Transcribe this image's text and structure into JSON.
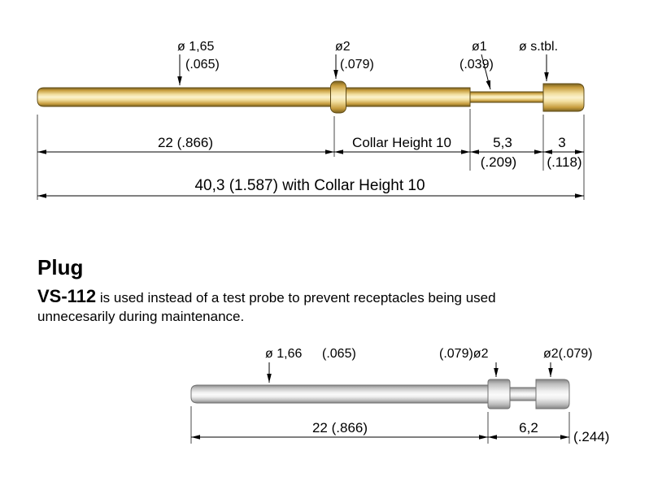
{
  "colors": {
    "gold_dark": "#77601f",
    "gold_mid": "#c79d3e",
    "gold_light": "#f2dfa0",
    "gold_highlight": "#fbf2cd",
    "gold_edge": "#5e4a16",
    "gray_dark": "#858585",
    "gray_mid": "#bdbdbd",
    "gray_light": "#efefef",
    "gray_highlight": "#fafafa",
    "gray_edge": "#707070",
    "line": "#000000"
  },
  "receptacle": {
    "labels": {
      "barrel_mm": "ø 1,65",
      "barrel_in": "(.065)",
      "collar_mm": "ø2",
      "collar_in": "(.079)",
      "tip_mm": "ø1",
      "tip_in": "(.039)",
      "end_dia": "ø s.tbl."
    },
    "dims": {
      "barrel_length": "22  (.866)",
      "collar_height": "Collar Height 10",
      "tip_length_mm": "5,3",
      "tip_length_in": "(.209)",
      "end_length_mm": "3",
      "end_length_in": "(.118)",
      "overall": "40,3 (1.587) with Collar Height 10"
    }
  },
  "plug_section": {
    "heading": "Plug",
    "model": "VS-112",
    "description_rest": " is used instead of a test probe to prevent receptacles being used",
    "description_line2": "unnecesarily during maintenance."
  },
  "plug": {
    "labels": {
      "barrel_mm": "ø 1,66",
      "barrel_in": "(.065)",
      "collar": "(.079)ø2",
      "end": "ø2(.079)"
    },
    "dims": {
      "barrel_length": "22  (.866)",
      "end_length_mm": "6,2",
      "end_length_in": "(.244)"
    }
  }
}
